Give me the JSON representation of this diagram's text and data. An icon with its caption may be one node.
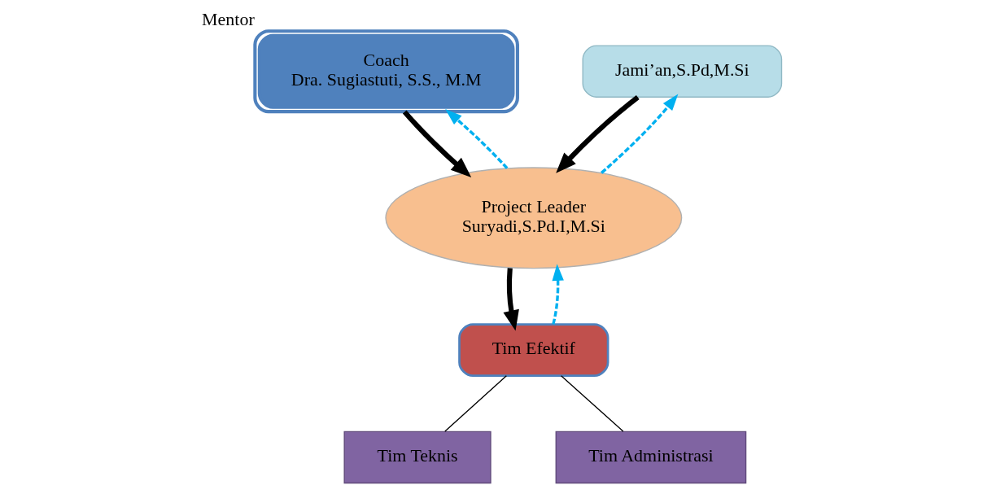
{
  "diagram": {
    "nodes": [
      {
        "text": [
          "Coach",
          "Dra. Sugiastuti, S.S., M.M"
        ],
        "beside": [
          "Mentor"
        ]
      },
      {
        "text": [
          "Jami’an,S.Pd,M.Si"
        ]
      },
      {
        "text": [
          "Project Leader",
          "Suryadi,S.Pd.I,M.Si"
        ]
      },
      {
        "text": [
          "Tim Efektif"
        ]
      },
      {
        "text": [
          "Tim Teknis"
        ]
      },
      {
        "text": [
          "Tim Administrasi"
        ]
      }
    ],
    "edges": [
      {
        "from": 0,
        "to": 2,
        "arrow": "to",
        "style": "thick"
      },
      {
        "from": 2,
        "to": 0,
        "arrow": "to",
        "style": "dashed",
        "color": "#00b0f0"
      },
      {
        "from": 1,
        "to": 2,
        "arrow": "to",
        "style": "thick"
      },
      {
        "from": 2,
        "to": 1,
        "arrow": "to",
        "style": "dashed",
        "color": "#00b0f0"
      },
      {
        "from": 2,
        "to": 3,
        "arrow": "to",
        "style": "thick"
      },
      {
        "from": 3,
        "to": 2,
        "arrow": "to",
        "style": "dashed",
        "color": "#00b0f0"
      },
      {
        "from": 3,
        "to": 4,
        "arrow": "none"
      },
      {
        "from": 3,
        "to": 5,
        "arrow": "none"
      }
    ]
  }
}
